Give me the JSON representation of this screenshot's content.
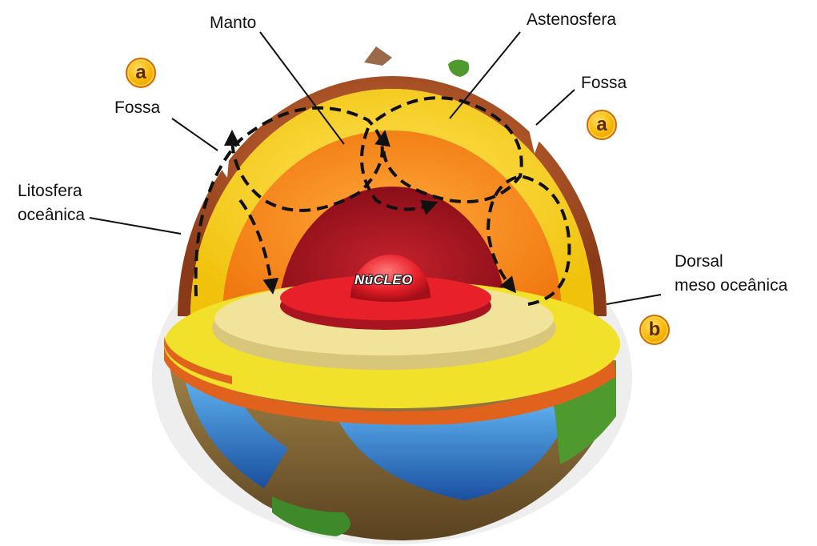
{
  "labels": {
    "manto": "Manto",
    "astenosfera": "Astenosfera",
    "fossa_left": "Fossa",
    "fossa_right": "Fossa",
    "litosfera_line1": "Litosfera",
    "litosfera_line2": "oceânica",
    "dorsal_line1": "Dorsal",
    "dorsal_line2": "meso oceânica",
    "nucleo": "NúCLEO"
  },
  "badges": {
    "a_left": "a",
    "a_right": "a",
    "b": "b"
  },
  "colors": {
    "crust": "#b04f22",
    "asthenosphere": "#f5d21a",
    "mantle": "#f58a1a",
    "outer_core": "#a8141f",
    "inner_core": "#e8202a",
    "cut_face_light": "#f2e39a",
    "cut_face_yellow": "#f2e12a",
    "ocean": "#2a7fd0",
    "land": "#8a6a3a",
    "vegetation": "#3e8a2a",
    "badge": "#f7b500"
  }
}
